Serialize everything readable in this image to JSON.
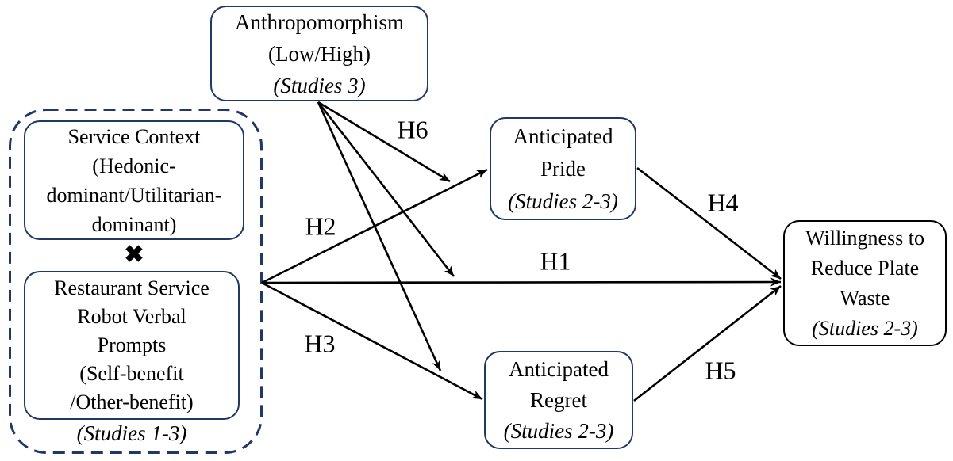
{
  "diagram": {
    "colors": {
      "box_border_navy": "#1f3864",
      "outcome_border_black": "#000000",
      "arrow": "#000000",
      "text": "#000000",
      "background": "#ffffff"
    },
    "moderator_box": {
      "line1": "Anthropomorphism",
      "line2": "(Low/High)",
      "study": "(Studies 3)"
    },
    "iv_cluster": {
      "service_context": {
        "line1": "Service Context",
        "line2": "(Hedonic-",
        "line3": "dominant/Utilitarian-",
        "line4": "dominant)"
      },
      "cross_symbol": "✖",
      "robot_prompts": {
        "line1": "Restaurant Service",
        "line2": "Robot Verbal",
        "line3": "Prompts",
        "line4": "(Self-benefit",
        "line5": "/Other-benefit)"
      },
      "study": "(Studies 1-3)"
    },
    "mediators": {
      "pride": {
        "line1": "Anticipated",
        "line2": "Pride",
        "study": "(Studies 2-3)"
      },
      "regret": {
        "line1": "Anticipated",
        "line2": "Regret",
        "study": "(Studies 2-3)"
      }
    },
    "outcome": {
      "line1": "Willingness to",
      "line2": "Reduce Plate",
      "line3": "Waste",
      "study": "(Studies 2-3)"
    },
    "hypotheses": {
      "h1": "H1",
      "h2": "H2",
      "h3": "H3",
      "h4": "H4",
      "h5": "H5",
      "h6": "H6"
    }
  }
}
